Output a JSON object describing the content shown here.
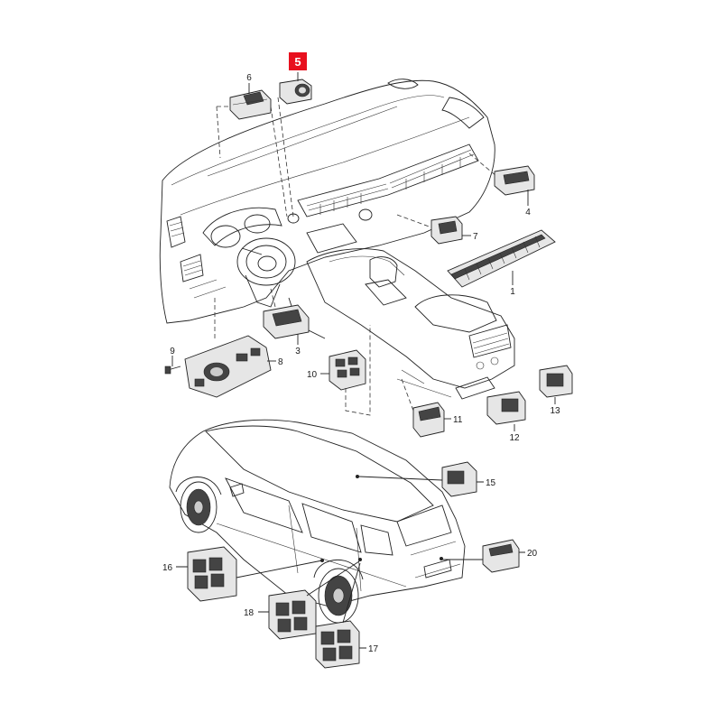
{
  "highlight_color": "#e8101e",
  "highlighted_callout": "5",
  "callouts": {
    "c1": "1",
    "c3": "3",
    "c4": "4",
    "c5": "5",
    "c6": "6",
    "c7": "7",
    "c8": "8",
    "c9": "9",
    "c10": "10",
    "c11": "11",
    "c12": "12",
    "c13": "13",
    "c15": "15",
    "c16": "16",
    "c17": "17",
    "c18": "18",
    "c20": "20"
  },
  "icons": [
    "dashboard-drawing",
    "vehicle-drawing",
    "switch-part"
  ]
}
